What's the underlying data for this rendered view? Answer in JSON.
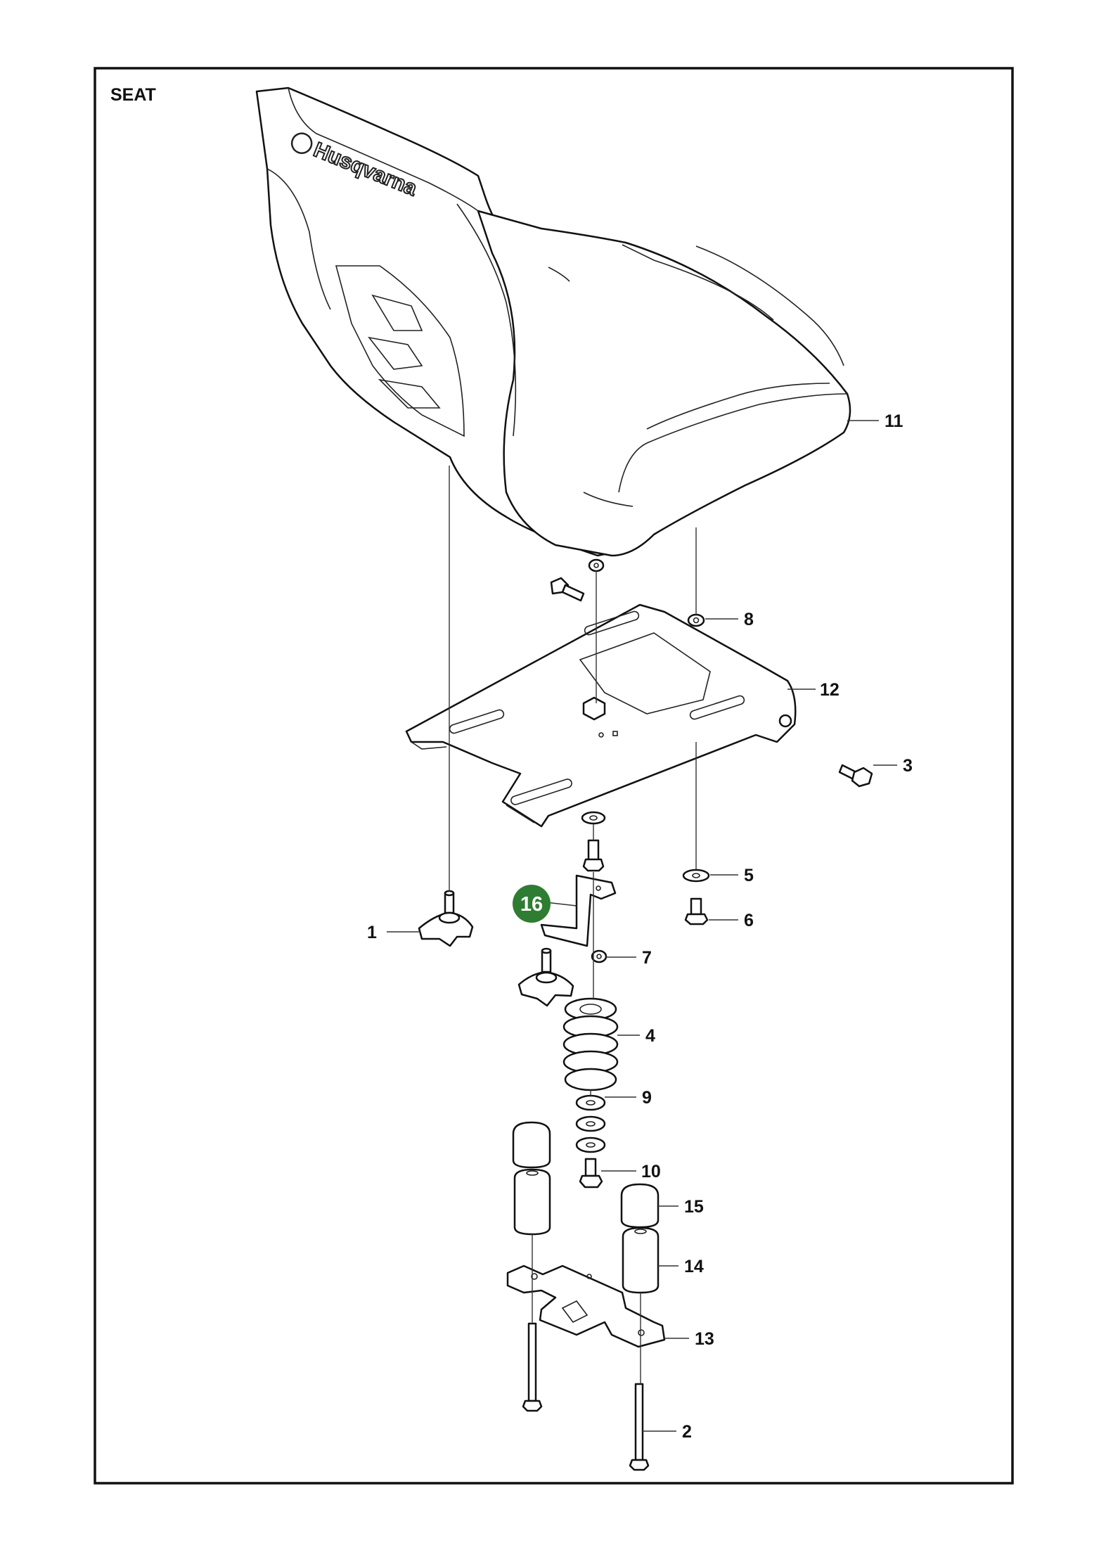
{
  "title": "SEAT",
  "brand": "Husqvarna",
  "colors": {
    "frame": "#111111",
    "highlight": "#2e7d32",
    "line": "#222222"
  },
  "highlight_badge": "16",
  "callouts": [
    {
      "id": "1",
      "label": "1"
    },
    {
      "id": "2",
      "label": "2"
    },
    {
      "id": "3",
      "label": "3"
    },
    {
      "id": "4",
      "label": "4"
    },
    {
      "id": "5",
      "label": "5"
    },
    {
      "id": "6",
      "label": "6"
    },
    {
      "id": "7",
      "label": "7"
    },
    {
      "id": "8",
      "label": "8"
    },
    {
      "id": "9",
      "label": "9"
    },
    {
      "id": "10",
      "label": "10"
    },
    {
      "id": "11",
      "label": "11"
    },
    {
      "id": "12",
      "label": "12"
    },
    {
      "id": "13",
      "label": "13"
    },
    {
      "id": "14",
      "label": "14"
    },
    {
      "id": "15",
      "label": "15"
    }
  ]
}
